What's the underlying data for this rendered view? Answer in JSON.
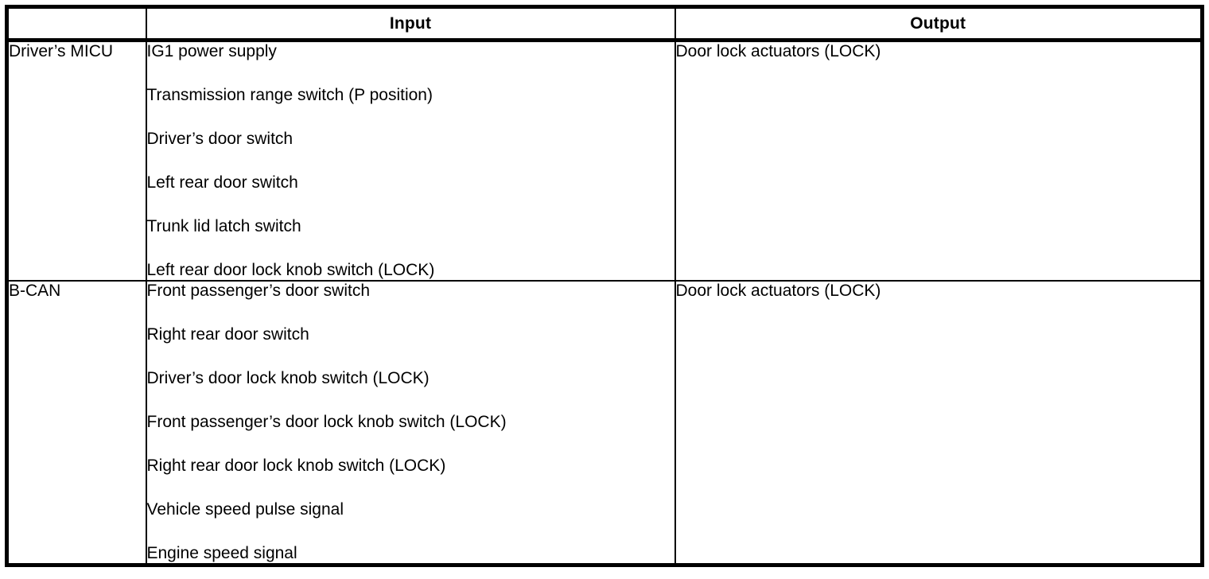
{
  "table": {
    "columns": [
      {
        "key": "system",
        "label": ""
      },
      {
        "key": "input",
        "label": "Input"
      },
      {
        "key": "output",
        "label": "Output"
      }
    ],
    "sections": [
      {
        "system": "Driver’s MICU",
        "inputs": [
          "IG1 power supply",
          "Transmission range switch (P position)",
          "Driver’s door switch",
          "Left rear door switch",
          "Trunk lid latch switch",
          "Left rear door lock knob switch (LOCK)"
        ],
        "outputs": [
          "Door lock actuators (LOCK)"
        ]
      },
      {
        "system": "B-CAN",
        "inputs": [
          "Front passenger’s door switch",
          "Right rear door switch",
          "Driver’s door lock knob switch (LOCK)",
          "Front passenger’s door lock knob switch (LOCK)",
          "Right rear door lock knob switch (LOCK)",
          "Vehicle speed pulse signal",
          "Engine speed signal"
        ],
        "outputs": [
          "Door lock actuators (LOCK)"
        ]
      }
    ]
  },
  "style": {
    "text_color": "#000000",
    "background": "#ffffff",
    "rule_color": "#000000"
  }
}
